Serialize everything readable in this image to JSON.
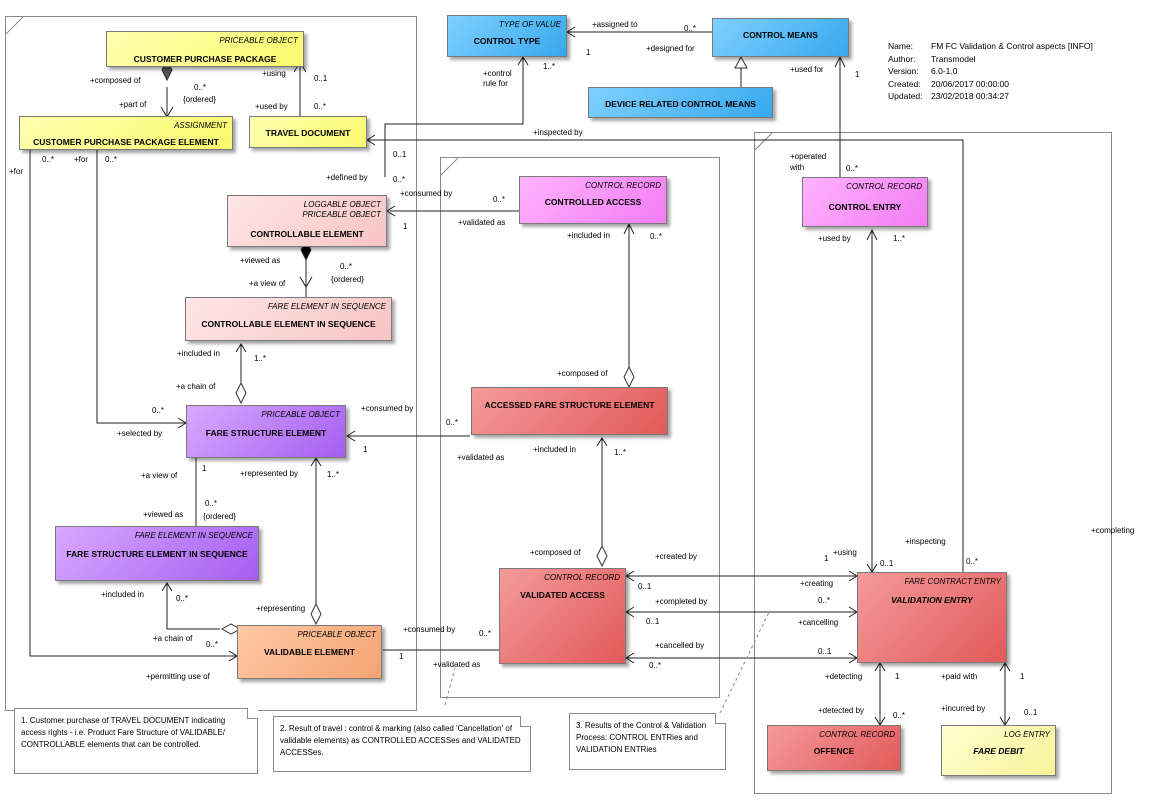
{
  "info": {
    "name_key": "Name:",
    "name_val": "FM FC Validation & Control aspects [INFO]",
    "author_key": "Author:",
    "author_val": "Transmodel",
    "version_key": "Version:",
    "version_val": "6.0-1.0",
    "created_key": "Created:",
    "created_val": "20/06/2017 00:00:00",
    "updated_key": "Updated:",
    "updated_val": "23/02/2018 00:34:27"
  },
  "colors": {
    "yellow": "#fafa6e",
    "blue": "#37a9ee",
    "light_pink": "#f7c4c4",
    "magenta": "#f37cf3",
    "red": "#e25a5a",
    "purple": "#a45ef0",
    "orange": "#f4a372",
    "light_yellow": "#f8f39a"
  },
  "classes": {
    "customer_purchase_package": {
      "stereo": "PRICEABLE OBJECT",
      "name": "CUSTOMER PURCHASE PACKAGE"
    },
    "customer_purchase_package_element": {
      "stereo": "ASSIGNMENT",
      "name": "CUSTOMER PURCHASE PACKAGE ELEMENT"
    },
    "travel_document": {
      "stereo": "",
      "name": "TRAVEL DOCUMENT"
    },
    "control_type": {
      "stereo": "TYPE OF VALUE",
      "name": "CONTROL TYPE"
    },
    "control_means": {
      "stereo": "",
      "name": "CONTROL MEANS"
    },
    "device_related_control_means": {
      "stereo": "",
      "name": "DEVICE RELATED CONTROL MEANS"
    },
    "controllable_element": {
      "stereo": "LOGGABLE OBJECT\nPRICEABLE OBJECT",
      "name": "CONTROLLABLE ELEMENT"
    },
    "controlled_access": {
      "stereo": "CONTROL RECORD",
      "name": "CONTROLLED ACCESS"
    },
    "control_entry": {
      "stereo": "CONTROL RECORD",
      "name": "CONTROL ENTRY"
    },
    "controllable_element_in_sequence": {
      "stereo": "FARE ELEMENT IN SEQUENCE",
      "name": "CONTROLLABLE ELEMENT IN SEQUENCE"
    },
    "accessed_fare_structure_element": {
      "stereo": "",
      "name": "ACCESSED FARE STRUCTURE ELEMENT"
    },
    "fare_structure_element": {
      "stereo": "PRICEABLE OBJECT",
      "name": "FARE STRUCTURE ELEMENT"
    },
    "fare_structure_element_in_sequence": {
      "stereo": "FARE ELEMENT IN SEQUENCE",
      "name": "FARE STRUCTURE ELEMENT IN SEQUENCE"
    },
    "validated_access": {
      "stereo": "CONTROL RECORD",
      "name": "VALIDATED ACCESS"
    },
    "validation_entry": {
      "stereo": "FARE CONTRACT ENTRY",
      "name": "VALIDATION ENTRY"
    },
    "validable_element": {
      "stereo": "PRICEABLE OBJECT",
      "name": "VALIDABLE ELEMENT"
    },
    "offence": {
      "stereo": "CONTROL RECORD",
      "name": "OFFENCE"
    },
    "fare_debit": {
      "stereo": "LOG ENTRY",
      "name": "FARE DEBIT"
    }
  },
  "labels": {
    "composed_of_1": "+composed of",
    "part_of": "+part of",
    "m_0s_ordered_1": "0..*",
    "ordered_1": "{ordered}",
    "using_td": "+using",
    "m_01_td": "0..1",
    "used_by_td": "+used by",
    "m_0s_td": "0..*",
    "for_left": "+for",
    "m_0s_for": "0..*",
    "for_inner": "+for",
    "m_0s_for2": "0..*",
    "assigned_to": "+assigned to",
    "m_0s_assigned": "0..*",
    "designed_for": "+designed for",
    "m_1_designed": "1",
    "control_rule_for": "+control\nrule for",
    "m_1s_ctrl": "1..*",
    "used_for": "+used for",
    "m_1_usedfor": "1",
    "inspected_by": "+inspected by",
    "m_01_insp": "0..1",
    "m_0s_insp": "0..*",
    "defined_by": "+defined by",
    "consumed_by_ca": "+consumed by",
    "m_0s_ca": "0..*",
    "m_1_ca": "1",
    "validated_as_ca": "+validated as",
    "operated_with": "+operated\nwith",
    "m_0s_ce": "0..*",
    "viewed_as_1": "+viewed as",
    "a_view_of_1": "+a view of",
    "m_0s_ord2": "0..*",
    "ordered_2": "{ordered}",
    "included_in_ca": "+included in",
    "m_0s_ca2": "0..*",
    "used_by_ce": "+used by",
    "m_1s_ce": "1..*",
    "included_in_cs": "+included in",
    "m_1s_cs": "1..*",
    "a_chain_of_1": "+a chain of",
    "composed_of_2": "+composed of",
    "consumed_by_fs": "+consumed by",
    "m_0s_fs": "0..*",
    "m_1_fs": "1",
    "selected_by": "+selected by",
    "validated_as_2": "+validated as",
    "included_in_af": "+included in",
    "m_1s_af": "1..*",
    "a_view_of_2": "+a view of",
    "m_1_view2": "1",
    "represented_by": "+represented by",
    "m_1s_rep": "1..*",
    "viewed_as_2": "+viewed as",
    "m_0s_ord3": "0..*",
    "ordered_3": "{ordered}",
    "completing": "+completing",
    "composed_of_3": "+composed of",
    "using_ve": "+using",
    "m_1_using": "1",
    "m_01_using": "0..1",
    "inspecting": "+inspecting",
    "m_0s_inspecting": "0..*",
    "created_by": "+created by",
    "m_01_created": "0..1",
    "creating": "+creating",
    "completed_by": "+completed by",
    "m_0s_completed": "0..*",
    "m_01_completed": "0..1",
    "cancelling": "+cancelling",
    "cancelled_by": "+cancelled by",
    "m_01_cancelled": "0..1",
    "m_0s_cancelled": "0..*",
    "included_in_fs": "+included in",
    "m_0s_fsis": "0..*",
    "a_chain_of_2": "+a chain of",
    "m_0s_chain2": "0..*",
    "representing": "+representing",
    "consumed_by_va": "+consumed by",
    "m_0s_va": "0..*",
    "m_1_va": "1",
    "validated_as_va": "+validated as",
    "permitting_use_of": "+permitting use of",
    "detecting": "+detecting",
    "m_1_detecting": "1",
    "detected_by": "+detected by",
    "m_0s_detected": "0..*",
    "paid_with": "+paid with",
    "m_1_paid": "1",
    "incurred_by": "+incurred by",
    "m_01_incurred": "0..1"
  },
  "notes": {
    "note1": "1. Customer purchase of TRAVEL DOCUMENT indicating access rights - i.e. Product  Fare Structure of VALIDABLE/ CONTROLLABLE  elements that can be controlled.",
    "note2": "2. Result of travel : control & marking   (also called 'Cancellation' of validable elements) as CONTROLLED ACCESSes and VALIDATED ACCESSes.",
    "note3": "3. Results of the Control & Validation Process: CONTROL ENTRies  and VALIDATION ENTRies"
  }
}
